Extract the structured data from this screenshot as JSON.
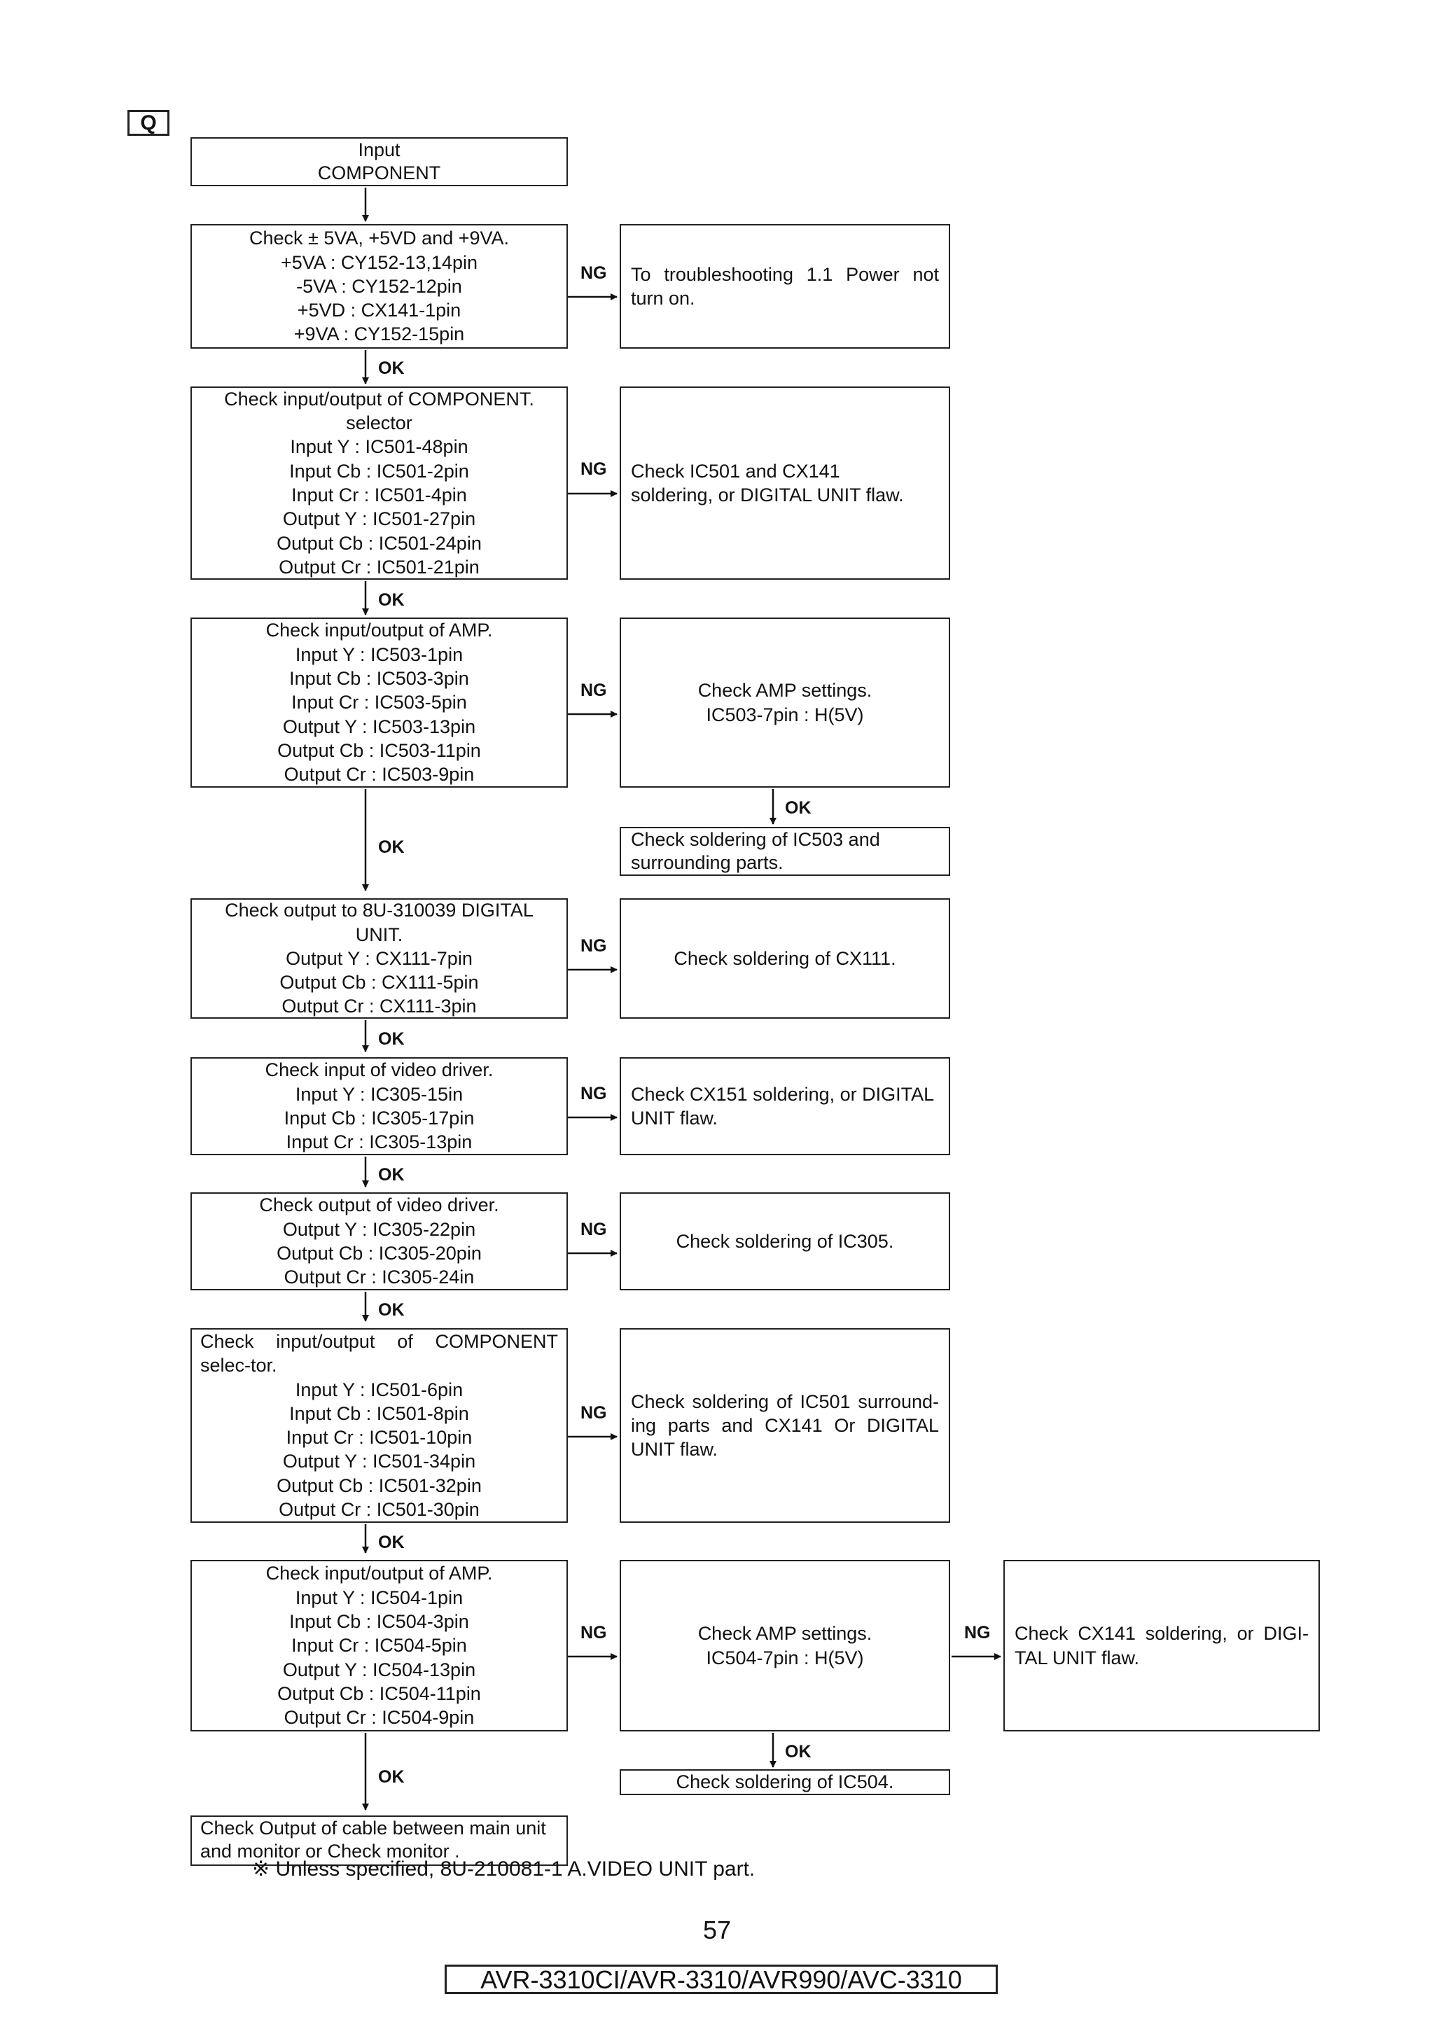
{
  "section_label": "Q",
  "flow": {
    "start": [
      "Input",
      "COMPONENT"
    ],
    "step1": {
      "check": [
        "Check ± 5VA, +5VD and +9VA.",
        "+5VA : CY152-13,14pin",
        "-5VA : CY152-12pin",
        "+5VD : CX141-1pin",
        "+9VA : CY152-15pin"
      ],
      "ng_action": "To troubleshooting 1.1 Power not turn on."
    },
    "step2": {
      "check": [
        "Check input/output of COMPONENT.",
        "selector",
        "Input Y : IC501-48pin",
        "Input Cb : IC501-2pin",
        "Input Cr : IC501-4pin",
        "Output Y : IC501-27pin",
        "Output Cb : IC501-24pin",
        "Output Cr : IC501-21pin"
      ],
      "ng_action": [
        "Check IC501 and CX141",
        "soldering, or DIGITAL UNIT flaw."
      ]
    },
    "step3": {
      "check": [
        "Check input/output of AMP.",
        "Input Y : IC503-1pin",
        "Input Cb : IC503-3pin",
        "Input Cr : IC503-5pin",
        "Output Y : IC503-13pin",
        "Output Cb : IC503-11pin",
        "Output Cr : IC503-9pin"
      ],
      "ng_action": [
        "Check AMP settings.",
        "IC503-7pin : H(5V)"
      ],
      "ng_action_ok": [
        "Check soldering of IC503 and",
        "surrounding parts."
      ]
    },
    "step4": {
      "check": [
        "Check output to 8U-310039 DIGITAL",
        "UNIT.",
        "Output Y : CX111-7pin",
        "Output Cb : CX111-5pin",
        "Output Cr : CX111-3pin"
      ],
      "ng_action": "Check soldering of CX111."
    },
    "step5": {
      "check": [
        "Check input of video driver.",
        "Input Y : IC305-15in",
        "Input Cb : IC305-17pin",
        "Input Cr : IC305-13pin"
      ],
      "ng_action": "Check CX151 soldering, or DIGITAL UNIT flaw."
    },
    "step6": {
      "check": [
        "Check output of video driver.",
        "Output Y : IC305-22pin",
        "Output Cb : IC305-20pin",
        "Output Cr : IC305-24in"
      ],
      "ng_action": "Check soldering of IC305."
    },
    "step7": {
      "check_head": "Check input/output of COMPONENT selec-tor.",
      "check": [
        "Input Y : IC501-6pin",
        "Input Cb : IC501-8pin",
        "Input Cr : IC501-10pin",
        "Output Y : IC501-34pin",
        "Output Cb : IC501-32pin",
        "Output Cr : IC501-30pin"
      ],
      "ng_action": "Check soldering of IC501 surround-ing parts and CX141 Or DIGITAL UNIT flaw."
    },
    "step8": {
      "check": [
        "Check input/output of AMP.",
        "Input Y : IC504-1pin",
        "Input Cb : IC504-3pin",
        "Input Cr : IC504-5pin",
        "Output Y : IC504-13pin",
        "Output Cb : IC504-11pin",
        "Output Cr : IC504-9pin"
      ],
      "ng_action": [
        "Check AMP settings.",
        "IC504-7pin : H(5V)"
      ],
      "ng_action_ng": "Check CX141 soldering, or DIGI-TAL UNIT flaw.",
      "ng_action_ok": "Check soldering of IC504."
    },
    "end": "Check Output of cable between main unit and monitor or Check monitor ."
  },
  "labels": {
    "ok": "OK",
    "ng": "NG"
  },
  "footnote": "※  Unless specified, 8U-210081-1 A.VIDEO UNIT part.",
  "page_number": "57",
  "model_line": "AVR-3310CI/AVR-3310/AVR990/AVC-3310"
}
